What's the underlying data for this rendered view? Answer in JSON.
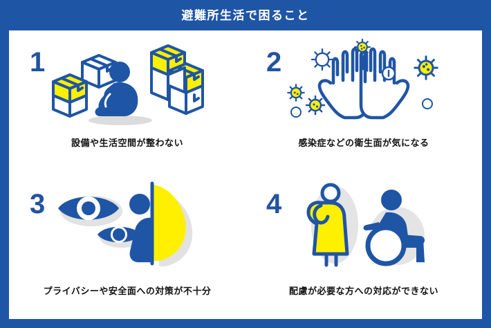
{
  "header": {
    "title": "避難所生活で困ること",
    "background_color": "#1f55a5",
    "text_color": "#ffffff"
  },
  "theme": {
    "blue": "#1f55a5",
    "icon_blue": "#1f55a5",
    "yellow": "#fff000",
    "white": "#ffffff",
    "caption_color": "#111111",
    "shadow_color": "#d9d9d9"
  },
  "panels": [
    {
      "number": "1",
      "caption": "設備や生活空間が整わない",
      "icon_name": "boxes-and-sitting-person-icon"
    },
    {
      "number": "2",
      "caption": "感染症などの衛生面が気になる",
      "icon_name": "hands-with-virus-icon"
    },
    {
      "number": "3",
      "caption": "プライバシーや安全面への対策が不十分",
      "icon_name": "eyes-watching-person-behind-curtain-icon"
    },
    {
      "number": "4",
      "caption": "配慮が必要な方への対応ができない",
      "icon_name": "pregnant-woman-and-wheelchair-user-icon"
    }
  ]
}
